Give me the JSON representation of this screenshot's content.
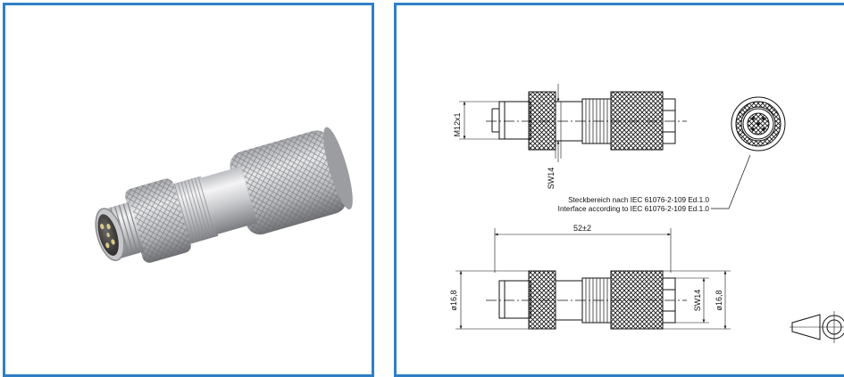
{
  "colors": {
    "panel_border": "#2f7fc4",
    "line": "#111111",
    "metal_light": "#e9e9ea",
    "metal_dark": "#8a8b8e"
  },
  "photo": {
    "icon": "m12-connector-photo"
  },
  "drawing": {
    "thread_label": "M12x1",
    "wrench_label_top": "SW14",
    "note_de": "Steckbereich nach IEC 61076-2-109 Ed.1.0",
    "note_en": "Interface according to IEC 61076-2-109 Ed.1.0",
    "length_label": "52±2",
    "diameter_left_label": "ø16,8",
    "wrench_label_right": "SW14",
    "diameter_right_label": "ø16,8",
    "projection_icon": "first-angle-projection-icon"
  }
}
